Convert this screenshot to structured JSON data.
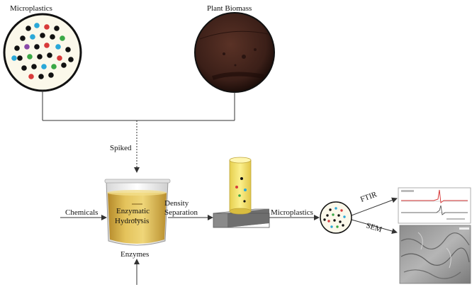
{
  "labels": {
    "microplastics_top": "Microplastics",
    "plant_biomass": "Plant Biomass",
    "spiked": "Spiked",
    "chemicals": "Chemicals",
    "enzymatic": "Enzymatic",
    "hydrolysis": "Hydrolysis",
    "enzymes": "Enzymes",
    "density": "Density",
    "separation": "Separation",
    "microplastics_mid": "Microplastics",
    "ftir": "FTIR",
    "sem": "SEM"
  },
  "colors": {
    "line": "#333333",
    "beaker_liquid": "#d8b24a",
    "biomass": "#3b1f18",
    "dish_bg": "#fbf8ea",
    "particle_black": "#111111",
    "particle_blue": "#2aa8d8",
    "particle_green": "#3aa845",
    "particle_red": "#d83a3a",
    "particle_purple": "#8a4aa8"
  },
  "icons": [
    "microplastics-dish-icon",
    "plant-biomass-icon",
    "beaker-icon",
    "density-column-icon",
    "particle-dish-icon",
    "ftir-spectrum-icon",
    "sem-image-icon"
  ]
}
